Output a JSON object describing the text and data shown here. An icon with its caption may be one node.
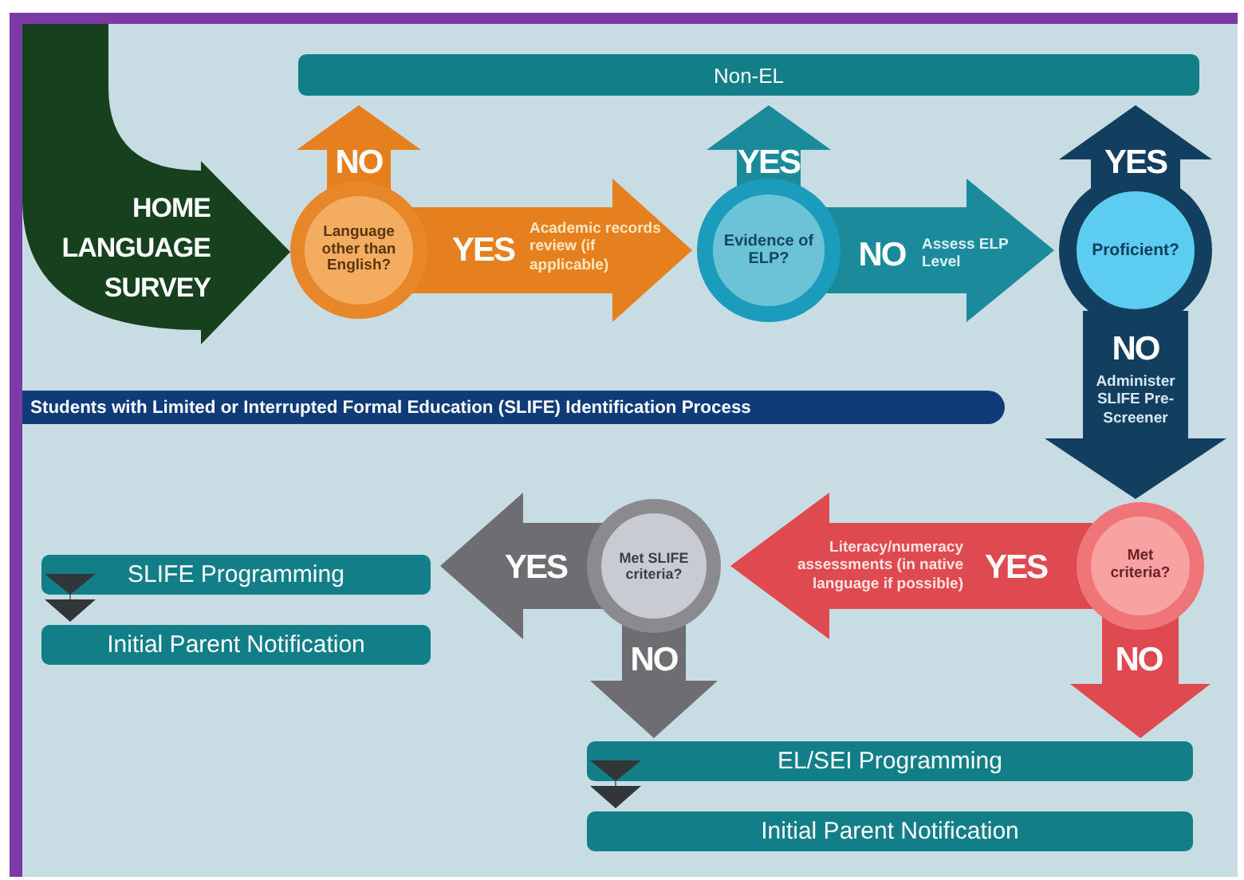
{
  "diagram": {
    "title": "Students with Limited or Interrupted Formal Education (SLIFE) Identification Process",
    "nodes": [
      {
        "text": [
          "HOME LANGUAGE SURVEY"
        ]
      },
      {
        "text": [
          "Non-EL"
        ]
      },
      {
        "text": [
          "Language other than English?"
        ]
      },
      {
        "text": [
          "Evidence of ELP?"
        ]
      },
      {
        "text": [
          "Proficient?"
        ]
      },
      {
        "text": [
          "Met criteria?"
        ]
      },
      {
        "text": [
          "Met SLIFE criteria?"
        ]
      },
      {
        "text": [
          "SLIFE Programming"
        ]
      },
      {
        "text": [
          "Initial Parent Notification"
        ]
      },
      {
        "text": [
          "EL/SEI Programming"
        ]
      },
      {
        "text": [
          "Initial Parent Notification"
        ]
      }
    ],
    "edges": [
      {
        "from": 2,
        "to": 1,
        "arrow": "to",
        "label": "NO",
        "style": "thick",
        "color": "#e6801f"
      },
      {
        "from": 2,
        "to": 3,
        "arrow": "to",
        "label": "YES",
        "style": "thick",
        "color": "#e6801f"
      },
      {
        "from": 3,
        "to": 1,
        "arrow": "to",
        "label": "YES",
        "style": "thick",
        "color": "#1b8a9a"
      },
      {
        "from": 3,
        "to": 4,
        "arrow": "to",
        "label": "NO",
        "style": "thick",
        "color": "#1b8a9a"
      },
      {
        "from": 4,
        "to": 1,
        "arrow": "to",
        "label": "YES",
        "style": "thick",
        "color": "#123e60"
      },
      {
        "from": 4,
        "to": 5,
        "arrow": "to",
        "label": "NO",
        "style": "thick",
        "color": "#123e60"
      },
      {
        "from": 5,
        "to": 6,
        "arrow": "to",
        "label": "YES",
        "style": "thick",
        "color": "#df4a50"
      },
      {
        "from": 5,
        "to": 9,
        "arrow": "to",
        "label": "NO",
        "style": "thick",
        "color": "#df4a50"
      },
      {
        "from": 6,
        "to": 7,
        "arrow": "to",
        "label": "YES",
        "style": "thick",
        "color": "#6e6e72"
      },
      {
        "from": 6,
        "to": 9,
        "arrow": "to",
        "label": "NO",
        "style": "thick",
        "color": "#6e6e72"
      },
      {
        "from": 7,
        "to": 8,
        "arrow": "to",
        "color": "#333638"
      },
      {
        "from": 9,
        "to": 10,
        "arrow": "to",
        "color": "#333638"
      }
    ],
    "labels": [
      "Academic records review (if applicable)",
      "Assess ELP Level",
      "Administer SLIFE Pre-Screener",
      "Literacy/numeracy assessments (in native language if possible)"
    ]
  }
}
